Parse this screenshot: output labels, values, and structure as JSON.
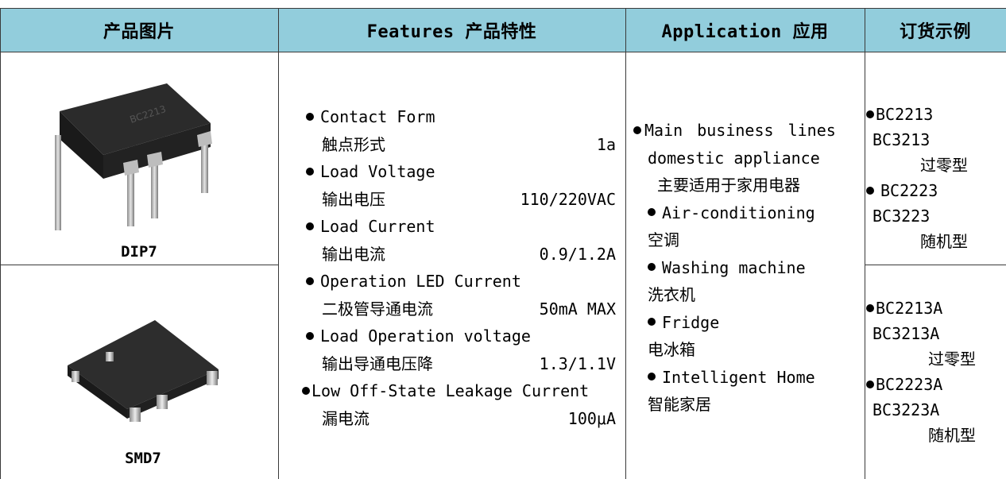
{
  "header": {
    "col1": "产品图片",
    "col2": "Features 产品特性",
    "col3": "Application 应用",
    "col4": "订货示例",
    "bg_color": "#92cddc"
  },
  "packages": [
    {
      "label": "DIP7"
    },
    {
      "label": "SMD7"
    }
  ],
  "features": [
    {
      "en": "Contact Form",
      "zh": "触点形式",
      "value": "1a"
    },
    {
      "en": "Load Voltage",
      "zh": "输出电压",
      "value": "110/220VAC"
    },
    {
      "en": "Load Current",
      "zh": "输出电流",
      "value": "0.9/1.2A"
    },
    {
      "en": "Operation LED Current",
      "zh": "二极管导通电流",
      "value": "50mA MAX"
    },
    {
      "en": "Load Operation voltage",
      "zh": "输出导通电压降",
      "value": "1.3/1.1V"
    },
    {
      "en": "Low Off-State Leakage Current",
      "zh": "漏电流",
      "value": "100μA"
    }
  ],
  "applications": {
    "line1": "Main business lines",
    "line2": "domestic appliance",
    "line3": "主要适用于家用电器",
    "air_en": "Air-conditioning",
    "air_zh": "空调",
    "wash_en": "Washing machine",
    "wash_zh": "洗衣机",
    "fridge_en": "Fridge",
    "fridge_zh": "电冰箱",
    "home_en": "Intelligent Home",
    "home_zh": "智能家居"
  },
  "order": {
    "dip": {
      "a1": "BC2213",
      "a2": "BC3213",
      "a3": "过零型",
      "b1": "BC2223",
      "b2": "BC3223",
      "b3": "随机型"
    },
    "smd": {
      "a1": "BC2213A",
      "a2": "BC3213A",
      "a3": "过零型",
      "b1": "BC2223A",
      "b2": "BC3223A",
      "b3": "随机型"
    }
  }
}
